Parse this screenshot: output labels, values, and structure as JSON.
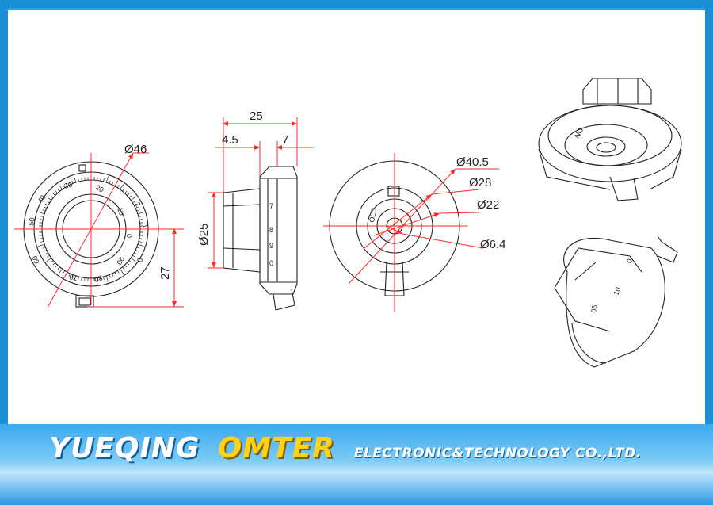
{
  "colors": {
    "frame": "#2aa0e8",
    "dimension_line": "#ff2a2a",
    "outline": "#222222",
    "brand_yellow": "#ffd21a"
  },
  "front_view": {
    "diameter_label": "Ø46",
    "scale_labels": [
      "0",
      "10",
      "20",
      "30",
      "40",
      "50",
      "60",
      "70",
      "80",
      "90",
      "0",
      "2",
      "1"
    ]
  },
  "side_view": {
    "overall_width": "25",
    "flange_width": "4.5",
    "skirt_width": "7",
    "height": "Ø25",
    "scale_labels": [
      "7",
      "8",
      "9",
      "0"
    ]
  },
  "front_vertical_dim": "27",
  "rear_view": {
    "d_outer": "Ø40.5",
    "d_28": "Ø28",
    "d_22": "Ø22",
    "d_shaft": "Ø6.4",
    "inner_mark": "OLD"
  },
  "iso_views": {
    "top_mark": "NO",
    "bottom_marks": [
      "0",
      "10",
      "06"
    ]
  },
  "banner": {
    "company_1": "YUEQING",
    "company_2": "OMTER",
    "company_3": "ELECTRONIC&TECHNOLOGY  CO.,LTD."
  }
}
